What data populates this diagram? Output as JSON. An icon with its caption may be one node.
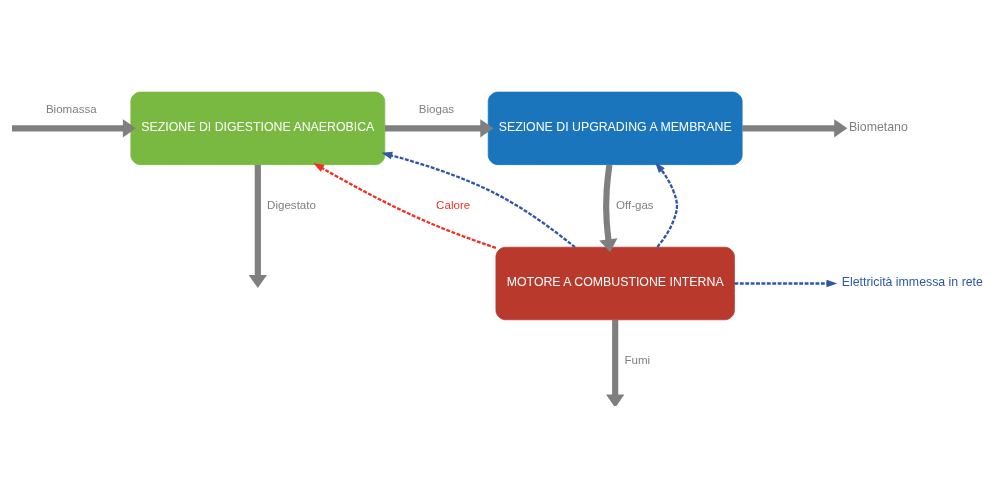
{
  "diagram": {
    "nodes": [
      {
        "text": [
          "SEZIONE DI DIGESTIONE ANAEROBICA"
        ]
      },
      {
        "text": [
          "SEZIONE DI UPGRADING A MEMBRANE"
        ]
      },
      {
        "text": [
          "MOTORE A COMBUSTIONE INTERNA"
        ]
      },
      {
        "text": [
          "Biometano"
        ]
      },
      {
        "text": [
          "Elettricità immessa in rete"
        ]
      }
    ],
    "edges": [
      {
        "from": null,
        "to": 0,
        "arrow": "to",
        "label": "Biomassa"
      },
      {
        "from": 0,
        "to": null,
        "arrow": "to",
        "label": "Digestato"
      },
      {
        "from": 0,
        "to": 1,
        "arrow": "to",
        "label": "Biogas"
      },
      {
        "from": 1,
        "to": 3,
        "arrow": "to"
      },
      {
        "from": 1,
        "to": 2,
        "arrow": "to",
        "label": "Off-gas"
      },
      {
        "from": 2,
        "to": null,
        "arrow": "to",
        "label": "Fumi"
      },
      {
        "from": 2,
        "to": 0,
        "arrow": "to",
        "label": "Calore",
        "style": "dashed",
        "color": "#ee3124"
      },
      {
        "from": 2,
        "to": 4,
        "arrow": "to",
        "style": "dashed",
        "color": "#2e57a6"
      },
      {
        "from": 2,
        "to": 1,
        "arrow": "to",
        "style": "dashed",
        "color": "#2e57a6"
      },
      {
        "from": 2,
        "to": 0,
        "arrow": "to",
        "style": "dashed",
        "color": "#2e57a6"
      }
    ]
  }
}
